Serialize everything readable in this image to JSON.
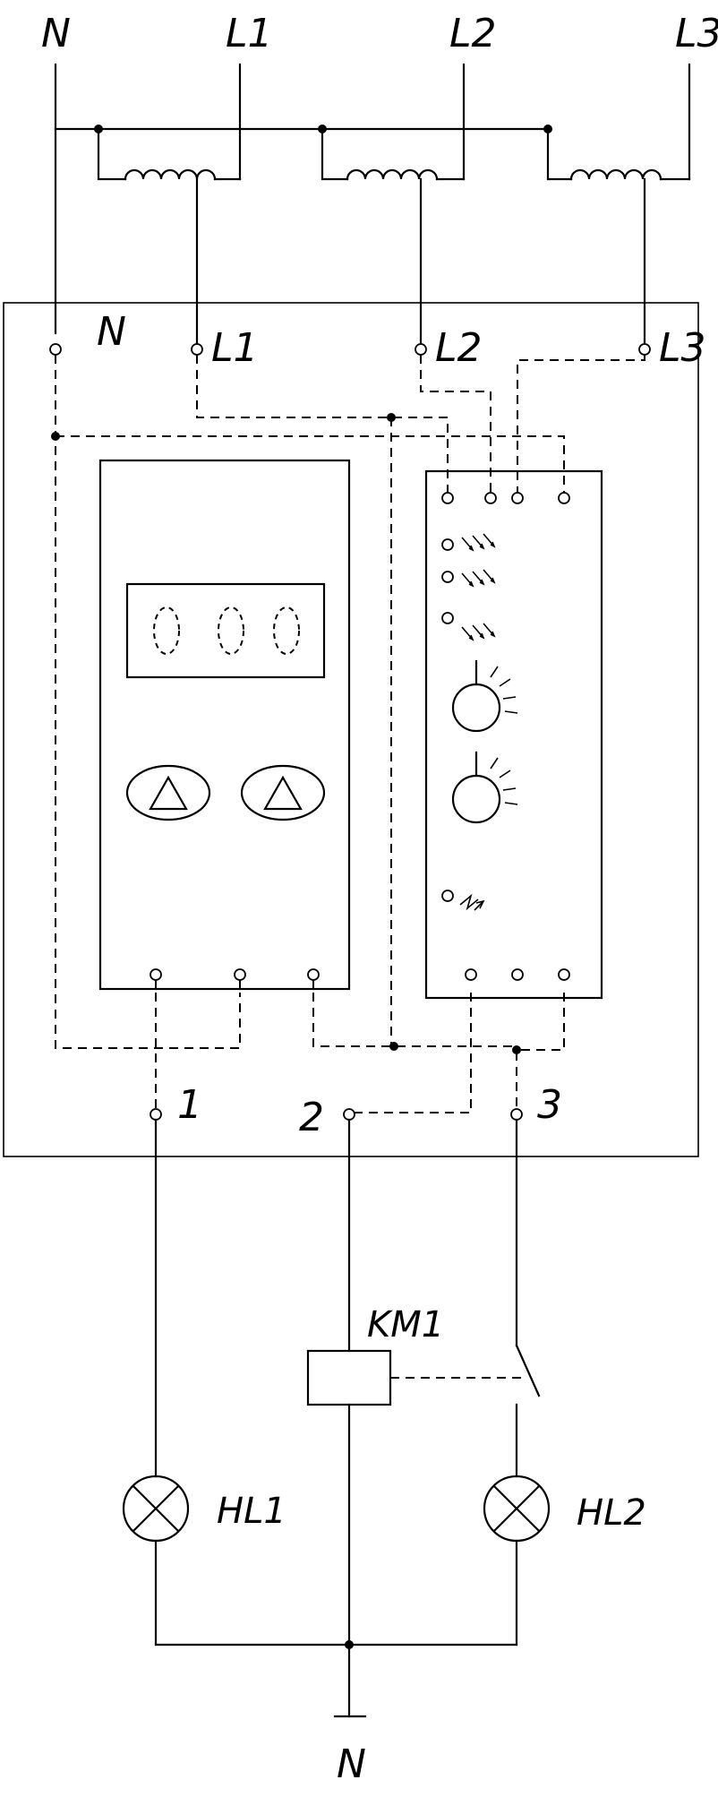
{
  "supply": {
    "n": "N",
    "l1": "L1",
    "l2": "L2",
    "l3": "L3"
  },
  "device": {
    "n": "N",
    "l1": "L1",
    "l2": "L2",
    "l3": "L3",
    "out1": "1",
    "out2": "2",
    "out3": "3"
  },
  "load": {
    "km1": "KM1",
    "hl1": "HL1",
    "hl2": "HL2",
    "n": "N"
  }
}
